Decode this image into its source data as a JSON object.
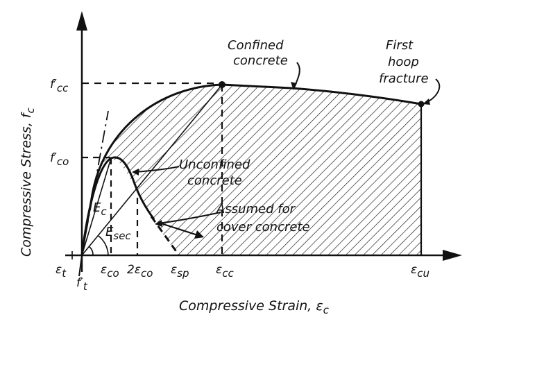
{
  "axes": {
    "y_label": "Compressive Stress, f",
    "y_label_sub": "c",
    "x_label": "Compressive Strain, ε",
    "x_label_sub": "c"
  },
  "stress_ticks": {
    "fcc": "f′",
    "fcc_sub": "cc",
    "fco": "f′",
    "fco_sub": "co",
    "ft": "f′",
    "ft_sub": "t"
  },
  "strain_ticks": {
    "et": "ε",
    "et_sub": "t",
    "eco": "ε",
    "eco_sub": "co",
    "two_eco_prefix": "2",
    "two_eco": "ε",
    "two_eco_sub": "co",
    "esp": "ε",
    "esp_sub": "sp",
    "ecc": "ε",
    "ecc_sub": "cc",
    "ecu": "ε",
    "ecu_sub": "cu"
  },
  "moduli": {
    "ec": "E",
    "ec_sub": "c",
    "esec": "E",
    "esec_sub": "sec"
  },
  "annotations": {
    "confined_1": "Confined",
    "confined_2": "concrete",
    "first_hoop_1": "First",
    "first_hoop_2": "hoop",
    "first_hoop_3": "fracture",
    "unconfined_1": "Unconfined",
    "unconfined_2": "concrete",
    "assumed_1": "Assumed for",
    "assumed_2": "cover concrete"
  }
}
